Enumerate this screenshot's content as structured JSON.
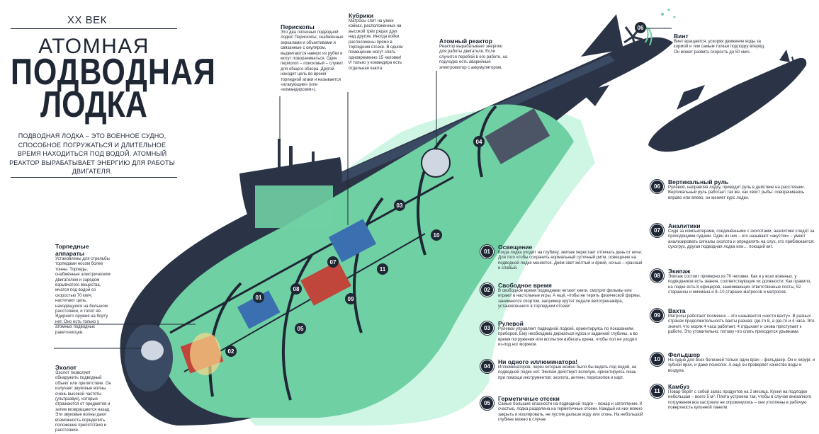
{
  "header": {
    "century": "XX ВЕК",
    "title_line1": "АТОМНАЯ",
    "title_line2": "ПОДВОДНАЯ",
    "title_line3": "ЛОДКА",
    "intro": "ПОДВОДНАЯ ЛОДКА – ЭТО ВОЕННОЕ СУДНО, СПОСОБНОЕ ПОГРУЖАТЬСЯ И ДЛИТЕЛЬНОЕ ВРЕМЯ НАХОДИТЬСЯ ПОД ВОДОЙ. АТОМНЫЙ РЕАКТОР ВЫРАБАТЫВАЕТ ЭНЕРГИЮ ДЛЯ РАБОТЫ ДВИГАТЕЛЯ."
  },
  "callouts": {
    "periscopes": {
      "title": "Перископы",
      "text": "Это два полезных подводной лодке! Перископы, снабжённые зеркалами и объективами и связанные с окуляром, выдвигаются наверх из рубки и могут поворачиваться. Один перископ – поисковый – служит для общего обзора. Другой находит цель во время торпедной атаки и называется «атакующим» (или «командирским»)."
    },
    "cabins": {
      "title": "Кубрики",
      "text": "Матросы спят на узких койках, расположенных на высокой трёх рядах друг над другом. Иногда койки расположены прямо в торпедном отсеке. В одном помещении могут спать одновременно 15 человек! И только у командира есть отдельная каюта."
    },
    "reactor": {
      "title": "Атомный реактор",
      "text": "Реактор вырабатывает энергию для работы двигателя. Если случится перебой в его работе, на подлодке есть аварийный электромотор с аккумулятором."
    },
    "propeller": {
      "title": "Винт",
      "text": "Винт вращается, ускоряя движение воды за кормой и тем самым толкая подлодку вперёд. Он может развить скорость до 50 км/ч."
    },
    "torpedo": {
      "title": "Торпедные аппараты",
      "text": "Установлены для стрельбы торпедами носом более тонны. Торпеды, снабжённые электрическим двигателем и зарядом взрывчатого вещества, мчатся под водой со скоростью 70 км/ч, настигают цель, находящуюся на большом расстоянии, и топят её. Ядерного оружия на борту нет. Оно есть только у атомных подводных ракетоносцев."
    },
    "sonar": {
      "title": "Эхолот",
      "text": "Эхолот позволяет обнаружить подводный объект или препятствие. Он излучает звуковые волны очень высокой частоты (ультразвук), которые отражаются от предметов и затем возвращаются назад. Эти звуковые волны дают возможность определить положение препятствия и расстояние."
    }
  },
  "sections_middle": [
    {
      "num": "01",
      "title": "Освещение",
      "text": "Когда лодка уходит на глубину, экипаж перестает отличать день от ночи. Для того чтобы сохранить нормальный суточный ритм, освещение на подводной лодке меняется. Днём свет жёлтый и яркий, ночью – красный и слабый."
    },
    {
      "num": "02",
      "title": "Свободное время",
      "text": "В свободное время подводники читают книги, смотрят фильмы или играют в настольные игры. А ещё, чтобы не терять физической формы, занимаются спортом, например крутят педали велотренажёра, установленного в торпедном отсеке!"
    },
    {
      "num": "03",
      "title": "Рулевой",
      "text": "Рулевой управляет подводной лодкой, ориентируясь по показаниям приборов. Ему необходимо держаться курса и заданной глубины, а во время погружения или всплытия избегать крена, чтобы пол не уходил из-под ног моряков."
    },
    {
      "num": "04",
      "title": "Ни одного иллюминатора!",
      "text": "Иллюминаторов, через которые можно было бы видеть под водой, на подводной лодке нет. Экипаж действует вслепую, ориентируясь лишь при помощи инструментов: эхолота, антенн, перископов и карт."
    },
    {
      "num": "05",
      "title": "Герметичные отсеки",
      "text": "Самые большие опасности на подводной лодке – пожар и затопление. К счастью, лодка разделена на герметичные отсеки. Каждый из них можно закрыть и изолировать, не пустив дальше воду или огонь. На небольшой глубине можно в случае"
    }
  ],
  "sections_right": [
    {
      "num": "06",
      "title": "Вертикальный руль",
      "text": "Рулевой, направляя лодку, приводит руль в действие на расстоянии. Вертикальный руль работает так же, как хвост рыбы: поворачиваясь вправо или влево, он меняет курс лодки."
    },
    {
      "num": "07",
      "title": "Аналитики",
      "text": "Сидя за компьютерами, соединёнными с эхолотами, аналитики следят за проходящими судами. Один из них – его называют «акустик» – умеет анализировать сигналы эхолота и определять на слух, кто приближается: сухогруз, другая подводная лодка или… поющий кит."
    },
    {
      "num": "08",
      "title": "Экипаж",
      "text": "Экипаж состоит примерно из 70 человек. Как и у всех военных, у подводников есть звания, соответствующие их должности. Как правило, на лодке есть 8 офицеров, заниимающих ответственные посты, 52 старшины и мичмана и 8–10 старших матросов и матросов."
    },
    {
      "num": "09",
      "title": "Вахта",
      "text": "Матросы работают посменно – это называется «нести вахту». В разных странах продолжительность вахты разная: где-то 8, а где-то и 4 часа. Это значит, что моряк 4 часа работает, 4 отдыхает и снова приступает к работе. Это утомительно, потому что спать приходится урывками."
    },
    {
      "num": "10",
      "title": "Фельдшер",
      "text": "На судне для всех болезней только один врач – фельдшер. Он и хирург, и зубной врач, и даже психолог. А ещё он проверяет качество воды и воздуха."
    },
    {
      "num": "11",
      "title": "Камбуз",
      "text": "Повар берёт с собой запас продуктов на 2 месяца. Кухня на подлодке небольшая – всего 5 м². Плита устроена так, чтобы в случае внезапного погружения все кастрюли не опрокинулись – они утоплены в рабочую поверхность кухонной панели."
    }
  ],
  "markers": [
    "01",
    "02",
    "03",
    "04",
    "05",
    "06",
    "07",
    "08",
    "09",
    "10",
    "11"
  ],
  "colors": {
    "navy": "#1f2735",
    "hull": "#2b3446",
    "interior_green": "#6fd0a4",
    "water_green": "#7fe0b4",
    "furniture_blue": "#3a6fb0",
    "warm_red": "#c0453a"
  }
}
